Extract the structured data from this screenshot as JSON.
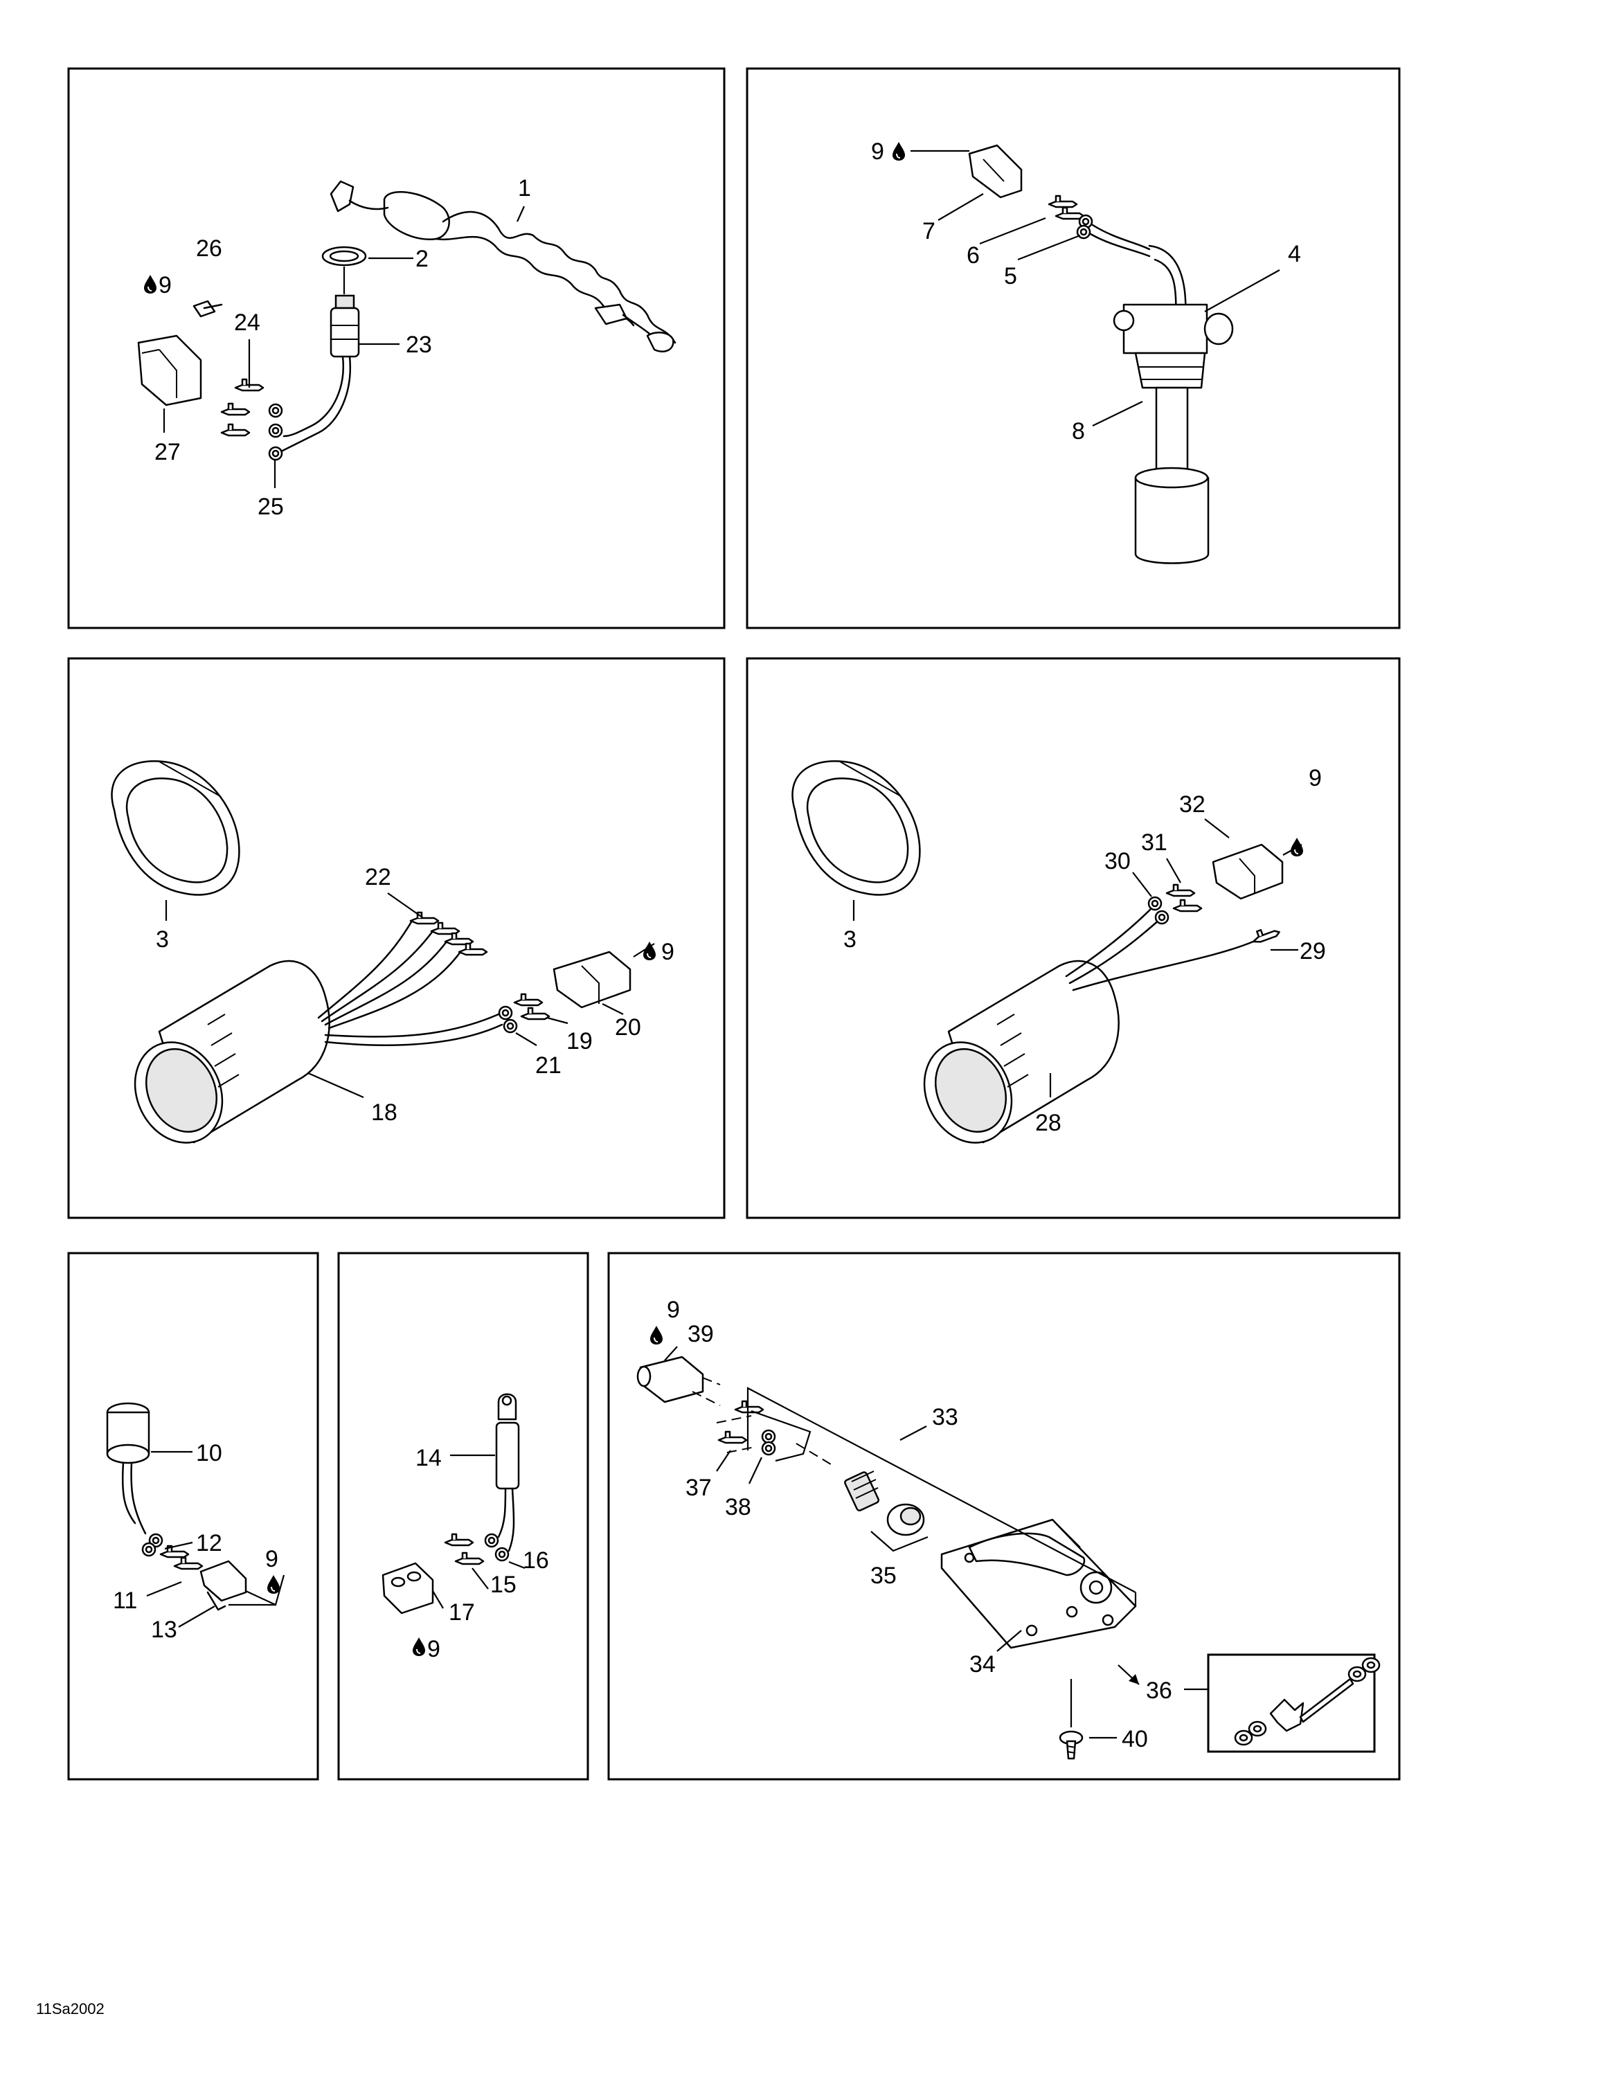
{
  "figure_code": "11Sa2002",
  "callouts": {
    "c1": "1",
    "c2": "2",
    "c3a": "3",
    "c3b": "3",
    "c4": "4",
    "c5": "5",
    "c6": "6",
    "c7": "7",
    "c8": "8",
    "c9a": "9",
    "c9b": "9",
    "c9c": "9",
    "c9d": "9",
    "c9e": "9",
    "c9f": "9",
    "c9g": "9",
    "c10": "10",
    "c11": "11",
    "c12": "12",
    "c13": "13",
    "c14": "14",
    "c15": "15",
    "c16": "16",
    "c17": "17",
    "c18": "18",
    "c19": "19",
    "c20": "20",
    "c21": "21",
    "c22": "22",
    "c23": "23",
    "c24": "24",
    "c25": "25",
    "c26": "26",
    "c27": "27",
    "c28": "28",
    "c29": "29",
    "c30": "30",
    "c31": "31",
    "c32": "32",
    "c33": "33",
    "c34": "34",
    "c35": "35",
    "c36": "36",
    "c37": "37",
    "c38": "38",
    "c39": "39",
    "c40": "40"
  },
  "icons": {
    "drop": "oil-drop-icon"
  }
}
